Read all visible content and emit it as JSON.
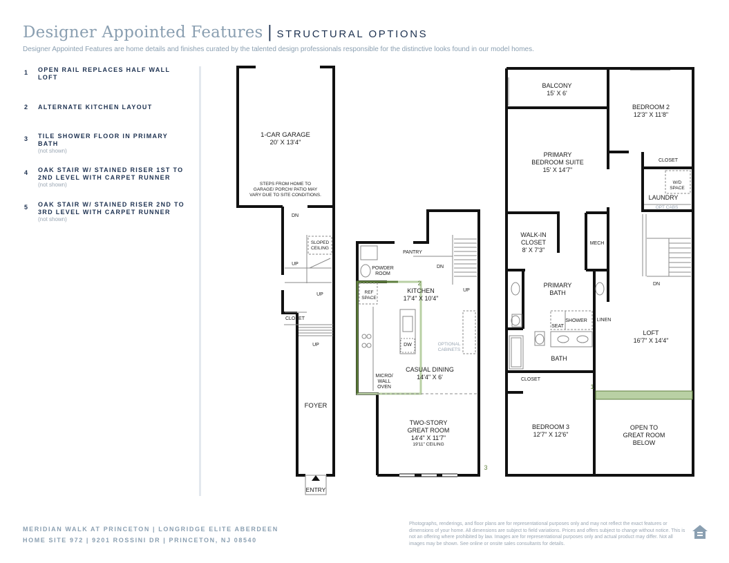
{
  "header": {
    "title": "Designer Appointed Features",
    "subtitle": "STRUCTURAL OPTIONS",
    "description": "Designer Appointed Features are home details and finishes curated by the talented design professionals responsible for the distinctive looks found in our model homes."
  },
  "options": [
    {
      "num": "1",
      "line1": "OPEN RAIL REPLACES HALF WALL",
      "line2": "LOFT",
      "note": ""
    },
    {
      "num": "2",
      "line1": "ALTERNATE KITCHEN LAYOUT",
      "line2": "",
      "note": ""
    },
    {
      "num": "3",
      "line1": "TILE SHOWER FLOOR IN PRIMARY",
      "line2": "BATH",
      "note": "(not shown)"
    },
    {
      "num": "4",
      "line1": "OAK STAIR W/ STAINED RISER 1ST TO",
      "line2": "2ND LEVEL WITH CARPET RUNNER",
      "note": "(not shown)"
    },
    {
      "num": "5",
      "line1": "OAK STAIR W/ STAINED RISER 2ND TO",
      "line2": "3RD LEVEL WITH CARPET RUNNER",
      "note": "(not shown)"
    }
  ],
  "plan1": {
    "garage_name": "1-CAR GARAGE",
    "garage_dim": "20' X 13'4\"",
    "steps_1": "STEPS FROM HOME TO",
    "steps_2": "GARAGE/ PORCH/ PATIO MAY",
    "steps_3": "VARY DUE TO SITE CONDITIONS.",
    "dn": "DN",
    "sloped_1": "SLOPED",
    "sloped_2": "CEILING",
    "up_a": "UP",
    "up_b": "UP",
    "closet": "CLOSET",
    "up_c": "UP",
    "foyer": "FOYER",
    "entry": "ENTRY"
  },
  "plan2": {
    "pantry": "PANTRY",
    "dn": "DN",
    "powder_1": "POWDER",
    "powder_2": "ROOM",
    "opt_num": "2",
    "kitchen": "KITCHEN",
    "kitchen_dim": "17'4\" X 10'4\"",
    "up": "UP",
    "ref_1": "REF",
    "ref_2": "SPACE",
    "dw": "DW",
    "opt_cab_1": "OPTIONAL",
    "opt_cab_2": "CABINETS",
    "dining": "CASUAL DINING",
    "dining_dim": "14'4\" X 6'",
    "micro_1": "MICRO/",
    "micro_2": "WALL",
    "micro_3": "OVEN",
    "great_1": "TWO-STORY",
    "great_2": "GREAT ROOM",
    "great_dim": "14'4\" X 11'7\"",
    "great_ceiling": "19'11\" CEILING",
    "opt_num_3": "3"
  },
  "plan3": {
    "balcony": "BALCONY",
    "balcony_dim": "15' X 6'",
    "bed2": "BEDROOM 2",
    "bed2_dim": "12'3\" X 11'8\"",
    "primary_1": "PRIMARY",
    "primary_2": "BEDROOM SUITE",
    "primary_dim": "15' X 14'7\"",
    "closet_top": "CLOSET",
    "wd_1": "W/D",
    "wd_2": "SPACE",
    "laundry": "LAUNDRY",
    "opt_cabs": "OPT CABS",
    "walkin_1": "WALK-IN",
    "walkin_2": "CLOSET",
    "walkin_dim": "8' X 7'3\"",
    "mech": "MECH",
    "dn": "DN",
    "pbath_1": "PRIMARY",
    "pbath_2": "BATH",
    "seat": "SEAT",
    "shower": "SHOWER",
    "linen": "LINEN",
    "loft": "LOFT",
    "loft_dim": "16'7\" X 14'4\"",
    "bath": "BATH",
    "closet_bottom": "CLOSET",
    "opt_num": "1",
    "bed3": "BEDROOM 3",
    "bed3_dim": "12'7\" X 12'6\"",
    "open_1": "OPEN TO",
    "open_2": "GREAT ROOM",
    "open_3": "BELOW"
  },
  "footer": {
    "line1": "MERIDIAN WALK AT PRINCETON  |  LONGRIDGE ELITE ABERDEEN",
    "line2": "HOME SITE 972  |  9201 ROSSINI DR  |  PRINCETON, NJ 08540",
    "disclaimer": "Photographs, renderings, and floor plans are for representational purposes only and may not reflect the exact features or dimensions of your home. All dimensions are subject to field variations. Prices and offers subject to change without notice. This is not an offering where prohibited by law. Images are for representational purposes only and actual product may differ. Not all images may be shown. See online or onsite sales consultants for details."
  },
  "colors": {
    "navy": "#1d3150",
    "header_gray": "#8a9fb1",
    "option_green": "#5e7e3c",
    "highlight_green": "#b9d0a4"
  }
}
